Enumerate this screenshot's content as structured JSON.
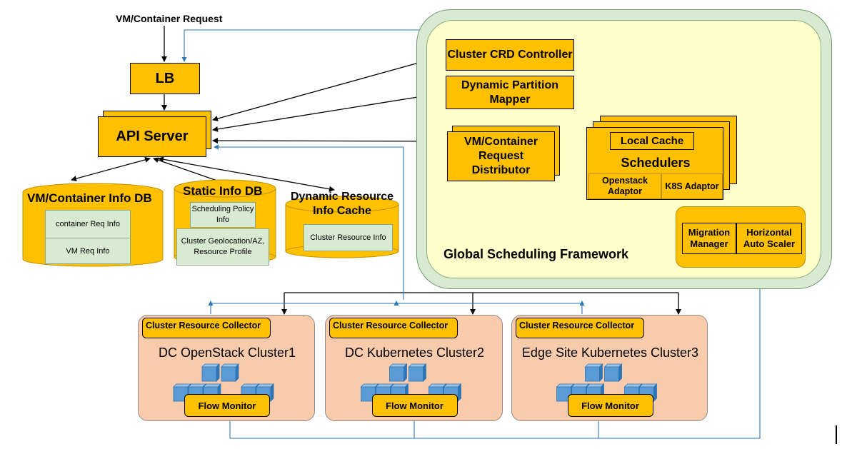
{
  "request_label": "VM/Container Request",
  "lb_label": "LB",
  "api_server_label": "API Server",
  "framework": {
    "title": "Global Scheduling Framework",
    "crd_controller": "Cluster CRD Controller",
    "partition_mapper": "Dynamic Partition Mapper",
    "distributor": "VM/Container Request Distributor",
    "local_cache": "Local Cache",
    "schedulers": "Schedulers",
    "openstack_adaptor": "Openstack Adaptor",
    "k8s_adaptor": "K8S Adaptor",
    "migration_manager": "Migration Manager",
    "autoscaler": "Horizontal Auto Scaler"
  },
  "databases": {
    "vm_info_db": {
      "title": "VM/Container Info DB",
      "items": [
        "container Req Info",
        "VM Req  Info"
      ]
    },
    "static_info_db": {
      "title": "Static Info DB",
      "items": [
        "Scheduling Policy Info",
        "Cluster Geolocation/AZ, Resource Profile"
      ]
    },
    "dynamic_cache": {
      "title": "Dynamic Resource Info Cache",
      "items": [
        "Cluster Resource Info"
      ]
    }
  },
  "clusters": [
    {
      "collector": "Cluster Resource Collector",
      "name": "DC OpenStack Cluster1",
      "monitor": "Flow Monitor"
    },
    {
      "collector": "Cluster Resource Collector",
      "name": "DC Kubernetes Cluster2",
      "monitor": "Flow Monitor"
    },
    {
      "collector": "Cluster Resource Collector",
      "name": "Edge Site Kubernetes Cluster3",
      "monitor": "Flow Monitor"
    }
  ],
  "colors": {
    "box_fill": "#ffc000",
    "framework_outer": "#d9ead3",
    "framework_inner": "#ffffcc",
    "cluster_fill": "#f8cbad",
    "blue_line": "#2e75b6",
    "cube": "#5b9bd5"
  }
}
